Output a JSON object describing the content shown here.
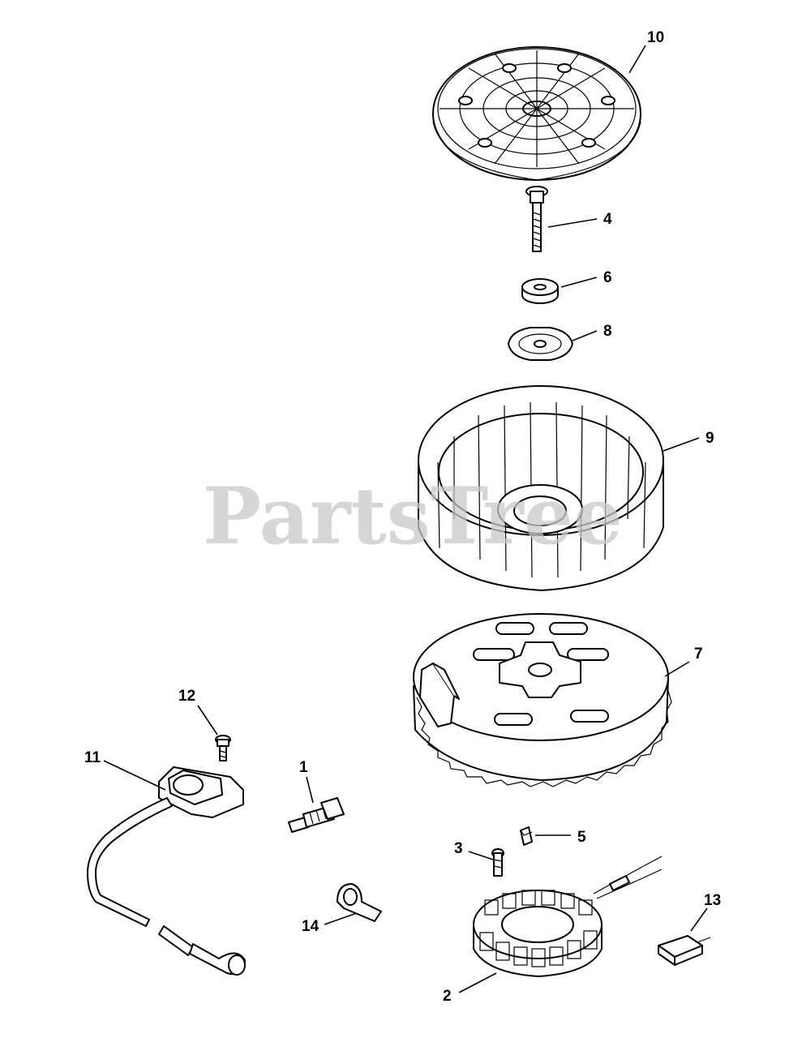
{
  "watermark": "PartsTree",
  "callouts": {
    "c1": "1",
    "c2": "2",
    "c3": "3",
    "c4": "4",
    "c5": "5",
    "c6": "6",
    "c7": "7",
    "c8": "8",
    "c9": "9",
    "c10": "10",
    "c11": "11",
    "c12": "12",
    "c13": "13",
    "c14": "14"
  }
}
